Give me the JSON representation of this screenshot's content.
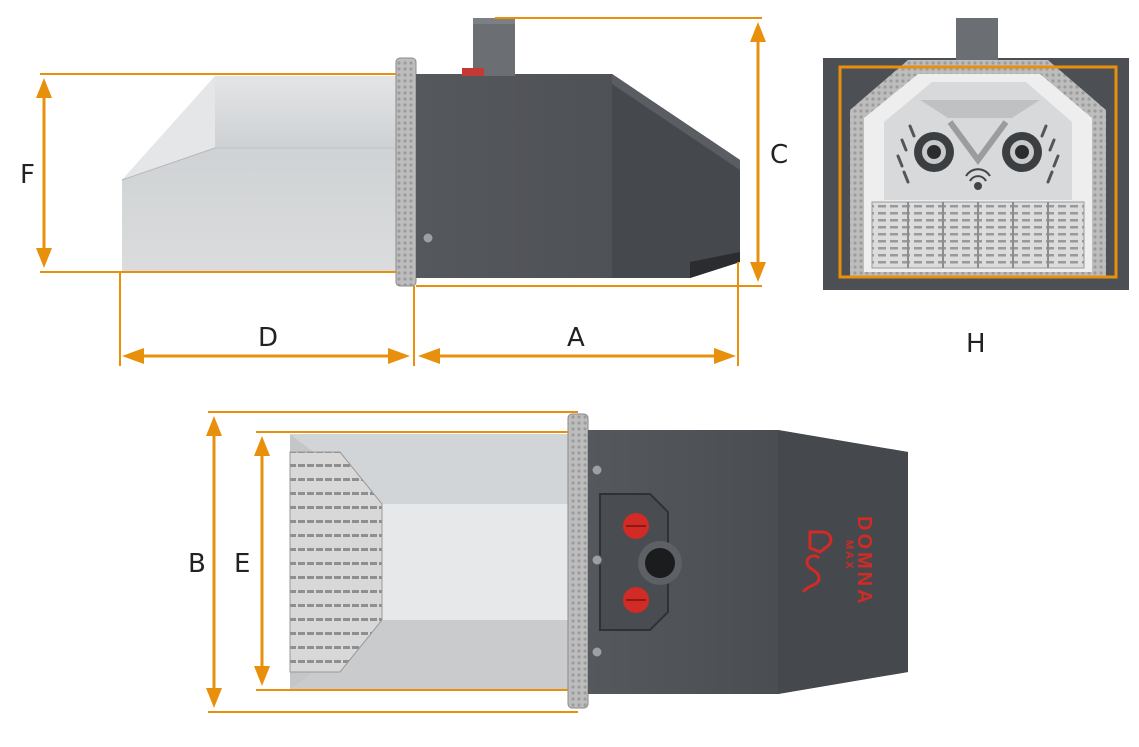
{
  "labels": {
    "A": "A",
    "B": "B",
    "C": "C",
    "D": "D",
    "E": "E",
    "F": "F",
    "H": "H"
  },
  "logo": {
    "brand": "DOMNA",
    "model": "MAX"
  },
  "colors": {
    "dimension": "#e8900c",
    "housing": "#4a4d51",
    "housing_dark": "#2f3134",
    "steel": "#d6d9db",
    "insulation": "#c9c9c9",
    "accent": "#d22a24"
  }
}
